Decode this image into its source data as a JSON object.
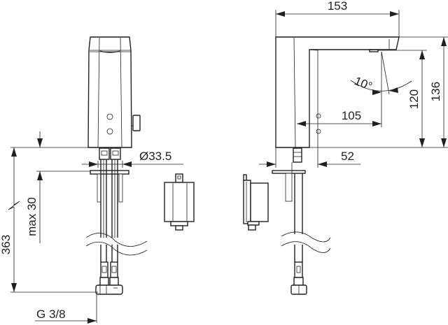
{
  "drawing": {
    "title": "Electronic basin tap dimensional drawing",
    "front_view": {
      "dimensions": {
        "diameter_label": "Ø33.5",
        "height_total_label": "363",
        "max_thickness_label": "max 30",
        "thread_label": "G 3/8"
      }
    },
    "side_view": {
      "dimensions": {
        "width_label": "153",
        "reach_label": "105",
        "angle_label": "10°",
        "outlet_height_label": "120",
        "total_height_label": "136",
        "offset_label": "52"
      }
    }
  }
}
